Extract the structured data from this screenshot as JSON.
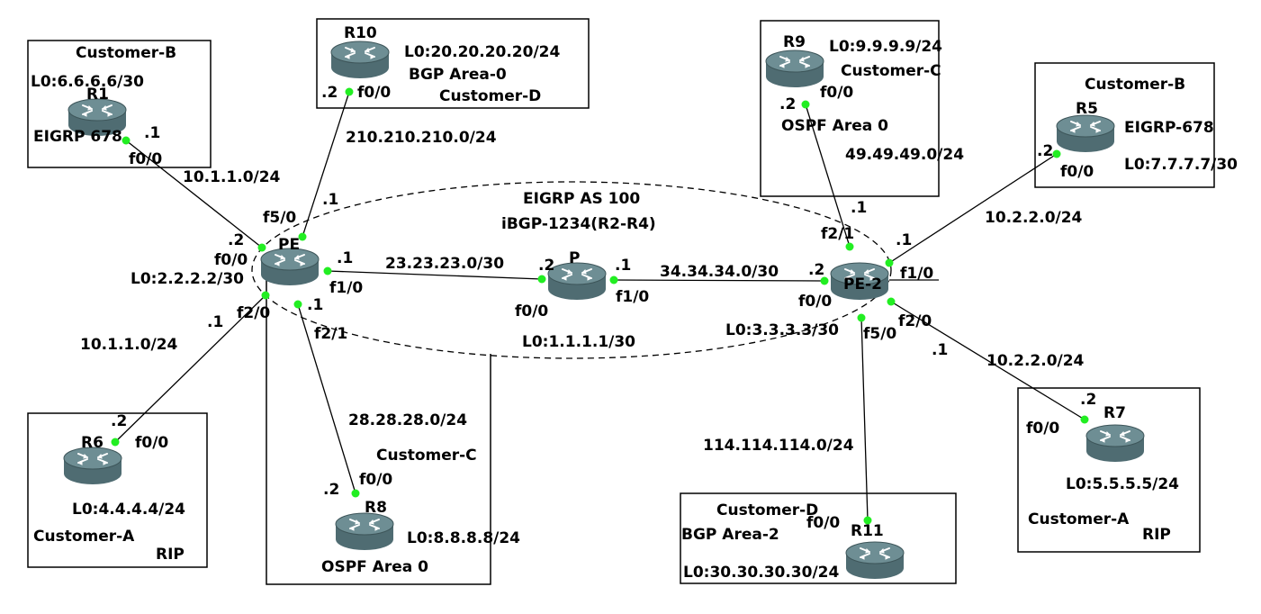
{
  "colors": {
    "link": "#000000",
    "port_dot": "#22ee22",
    "router_top": "#6e8e94",
    "router_body": "#4f6c72",
    "box": "#000000"
  },
  "routers": [
    {
      "id": "r1",
      "name": "R1",
      "icon": "router-icon"
    },
    {
      "id": "r10",
      "name": "R10",
      "icon": "router-icon"
    },
    {
      "id": "pe",
      "name": "PE",
      "icon": "router-icon"
    },
    {
      "id": "p",
      "name": "P",
      "icon": "router-icon"
    },
    {
      "id": "pe2",
      "name": "PE-2",
      "icon": "router-icon"
    },
    {
      "id": "r9",
      "name": "R9",
      "icon": "router-icon"
    },
    {
      "id": "r5",
      "name": "R5",
      "icon": "router-icon"
    },
    {
      "id": "r6",
      "name": "R6",
      "icon": "router-icon"
    },
    {
      "id": "r8",
      "name": "R8",
      "icon": "router-icon"
    },
    {
      "id": "r7",
      "name": "R7",
      "icon": "router-icon"
    },
    {
      "id": "r11",
      "name": "R11",
      "icon": "router-icon"
    }
  ],
  "customer_b_left": {
    "title": "Customer-B",
    "loopback": "L0:6.6.6.6/30",
    "protocol": "EIGRP 678"
  },
  "customer_d_top": {
    "loopback": "L0:20.20.20.20/24",
    "area": "BGP Area-0",
    "title": "Customer-D"
  },
  "customer_c_top": {
    "loopback": "L0:9.9.9.9/24",
    "title": "Customer-C",
    "area": "OSPF Area 0"
  },
  "customer_b_right": {
    "title": "Customer-B",
    "protocol": "EIGRP-678",
    "loopback": "L0:7.7.7.7/30"
  },
  "customer_a_left": {
    "loopback": "L0:4.4.4.4/24",
    "title": "Customer-A",
    "protocol": "RIP"
  },
  "customer_c_bottom": {
    "title": "Customer-C",
    "loopback": "L0:8.8.8.8/24",
    "area": "OSPF Area 0"
  },
  "customer_d_bottom": {
    "title": "Customer-D",
    "area": "BGP Area-2",
    "loopback": "L0:30.30.30.30/24"
  },
  "customer_a_right": {
    "loopback": "L0:5.5.5.5/24",
    "title": "Customer-A",
    "protocol": "RIP"
  },
  "core": {
    "eigrp": "EIGRP AS 100",
    "ibgp": "iBGP-1234(R2-R4)",
    "pe_loopback": "L0:2.2.2.2/30",
    "p_loopback": "L0:1.1.1.1/30",
    "pe2_loopback": "L0:3.3.3.3/30"
  },
  "subnets": {
    "r1_pe": "10.1.1.0/24",
    "r10_pe": "210.210.210.0/24",
    "pe_r6": "10.1.1.0/24",
    "pe_p": "23.23.23.0/30",
    "p_pe2": "34.34.34.0/30",
    "pe_r8": "28.28.28.0/24",
    "r9_pe2": "49.49.49.0/24",
    "pe2_r5": "10.2.2.0/24",
    "pe2_r7": "10.2.2.0/24",
    "pe2_r11": "114.114.114.0/24"
  },
  "ports": {
    "r1_if": "f0/0",
    "r1_ip": ".1",
    "r10_if": "f0/0",
    "r10_ip": ".2",
    "pe_f50": "f5/0",
    "pe_f50_ip": ".1",
    "pe_f00": "f0/0",
    "pe_f00_ip": ".2",
    "pe_f10": "f1/0",
    "pe_f10_ip": ".1",
    "pe_f20": "f2/0",
    "pe_f20_ip": ".1",
    "pe_f21": "f2/1",
    "pe_f21_ip": ".1",
    "p_f00": "f0/0",
    "p_f00_ip": ".2",
    "p_f10": "f1/0",
    "p_f10_ip": ".1",
    "pe2_f00": "f0/0",
    "pe2_f00_ip": ".2",
    "pe2_f21": "f2/1",
    "pe2_f21_ip": ".1",
    "pe2_f10": "f1/0",
    "pe2_f10_ip": ".1",
    "pe2_f20": "f2/0",
    "pe2_f20_ip": ".1",
    "pe2_f50": "f5/0",
    "r9_if": "f0/0",
    "r9_ip": ".2",
    "r5_if": "f0/0",
    "r5_ip": ".2",
    "r6_if": "f0/0",
    "r6_ip": ".2",
    "r8_if": "f0/0",
    "r8_ip": ".2",
    "r7_if": "f0/0",
    "r7_ip": ".2",
    "r11_if": "f0/0"
  }
}
